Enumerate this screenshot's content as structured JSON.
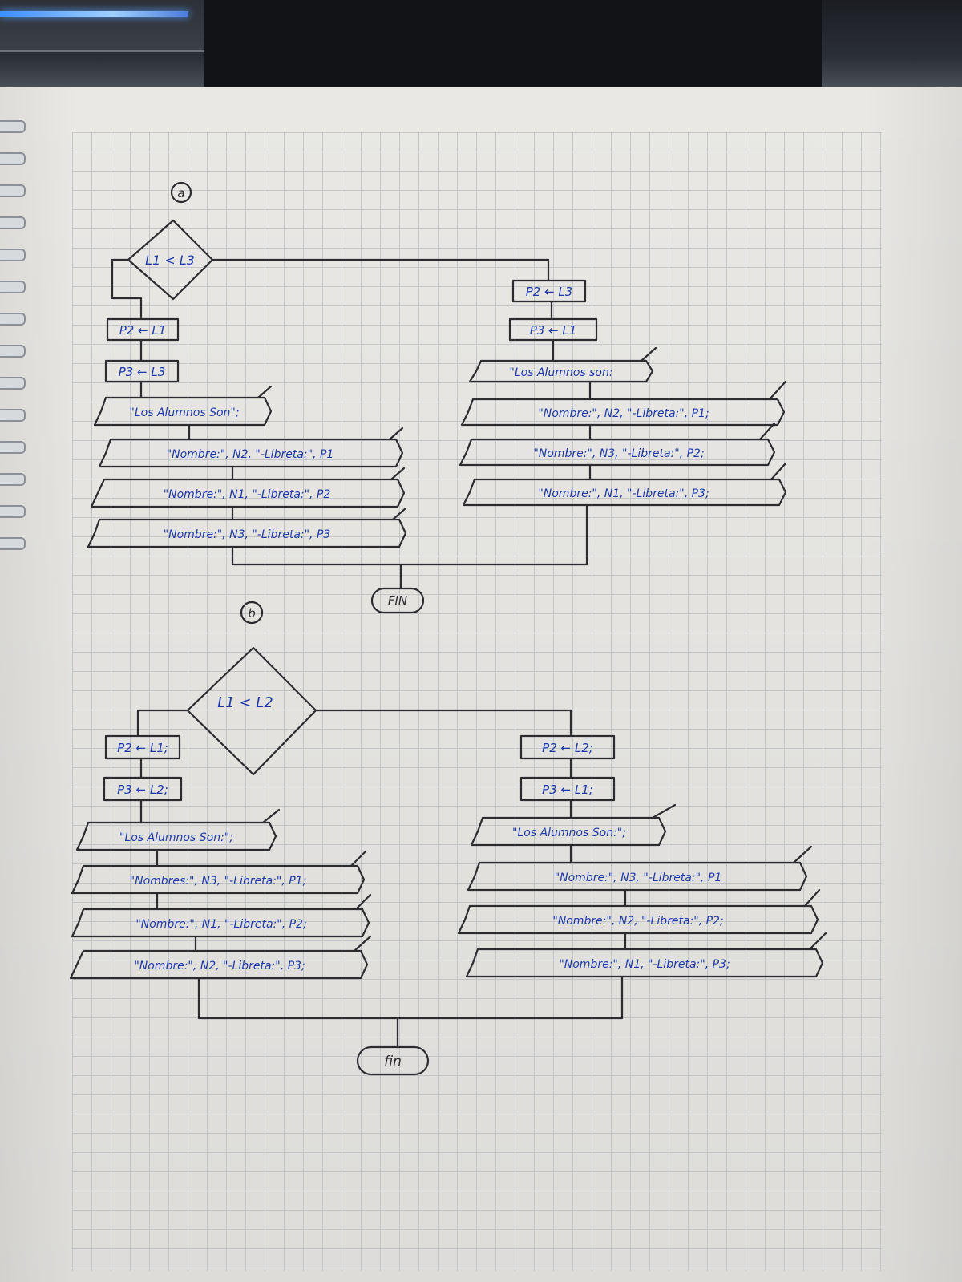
{
  "diagram_a": {
    "marker": "a",
    "condition": "L1 < L3",
    "left_assign": [
      "P2 ← L1",
      "P3 ← L3"
    ],
    "left_outputs": [
      "\"Los Alumnos Son\";",
      "\"Nombre:\", N2, \"-Libreta:\", P1",
      "\"Nombre:\", N1, \"-Libreta:\", P2",
      "\"Nombre:\", N3, \"-Libreta:\", P3"
    ],
    "right_assign": [
      "P2 ← L3",
      "P3 ← L1"
    ],
    "right_outputs": [
      "\"Los Alumnos son:",
      "\"Nombre:\", N2, \"-Libreta:\", P1;",
      "\"Nombre:\", N3, \"-Libreta:\", P2;",
      "\"Nombre:\", N1, \"-Libreta:\", P3;"
    ],
    "end": "FIN"
  },
  "diagram_b": {
    "marker": "b",
    "condition": "L1 < L2",
    "left_assign": [
      "P2 ← L1;",
      "P3 ← L2;"
    ],
    "left_outputs": [
      "\"Los Alumnos Son:\";",
      "\"Nombres:\", N3, \"-Libreta:\", P1;",
      "\"Nombre:\", N1, \"-Libreta:\", P2;",
      "\"Nombre:\", N2, \"-Libreta:\", P3;"
    ],
    "right_assign": [
      "P2 ← L2;",
      "P3 ← L1;"
    ],
    "right_outputs": [
      "\"Los Alumnos Son:\";",
      "\"Nombre:\", N3, \"-Libreta:\", P1",
      "\"Nombre:\", N2, \"-Libreta:\", P2;",
      "\"Nombre:\", N1, \"-Libreta:\", P3;"
    ],
    "end": "fin"
  },
  "colors": {
    "ink": "#1f3aa8",
    "pencil": "#2c2c30",
    "paper": "#e9e8e5",
    "grid": "#b8bcc2"
  }
}
